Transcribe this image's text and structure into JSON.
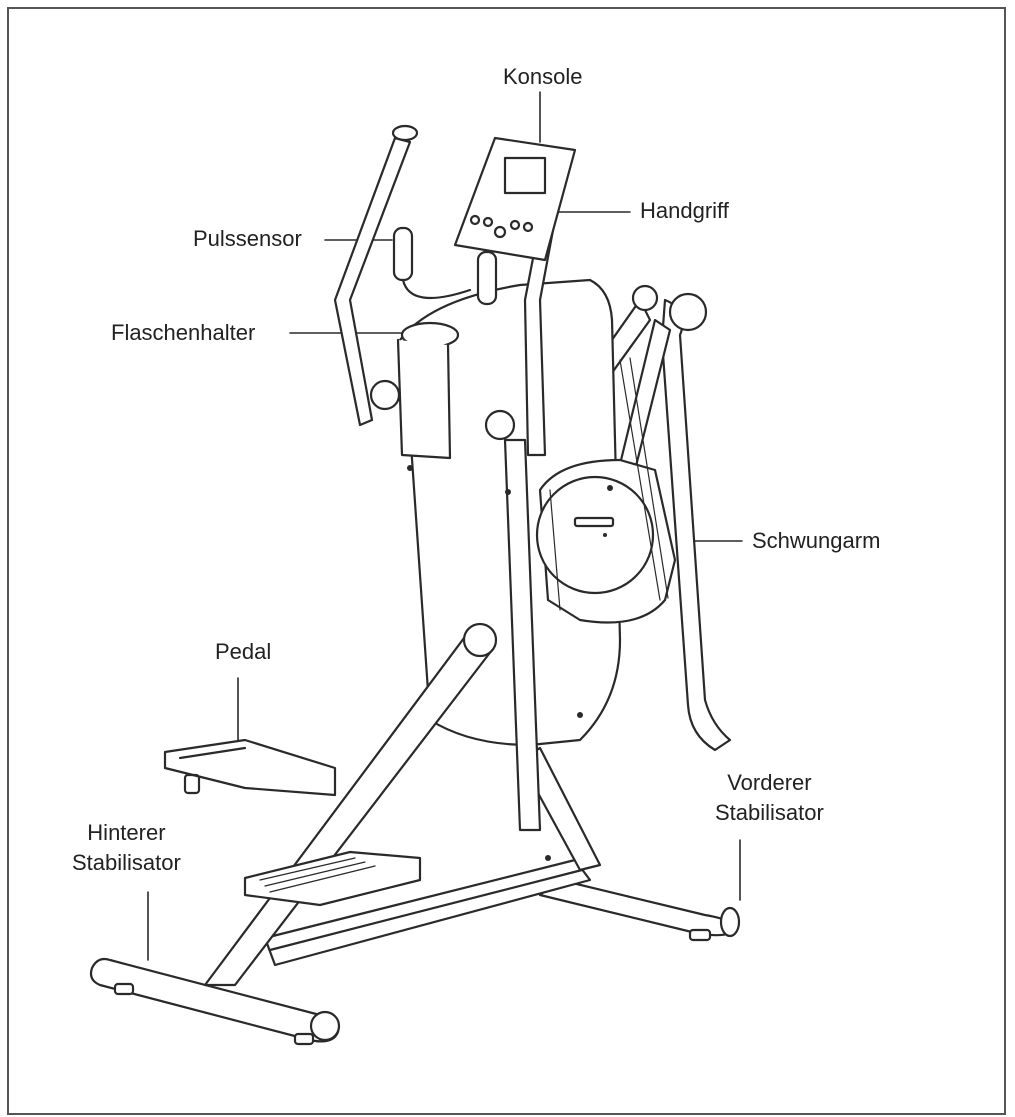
{
  "labels": {
    "konsole": "Konsole",
    "handgriff": "Handgriff",
    "pulssensor": "Pulssensor",
    "flaschenhalter": "Flaschenhalter",
    "schwungarm": "Schwungarm",
    "pedal": "Pedal",
    "vorderer_stabilisator": [
      "Vorderer",
      "Stabilisator"
    ],
    "hinterer_stabilisator": [
      "Hinterer",
      "Stabilisator"
    ]
  },
  "colors": {
    "line": "#2a2a2a",
    "frame": "#555555",
    "background": "#ffffff"
  }
}
